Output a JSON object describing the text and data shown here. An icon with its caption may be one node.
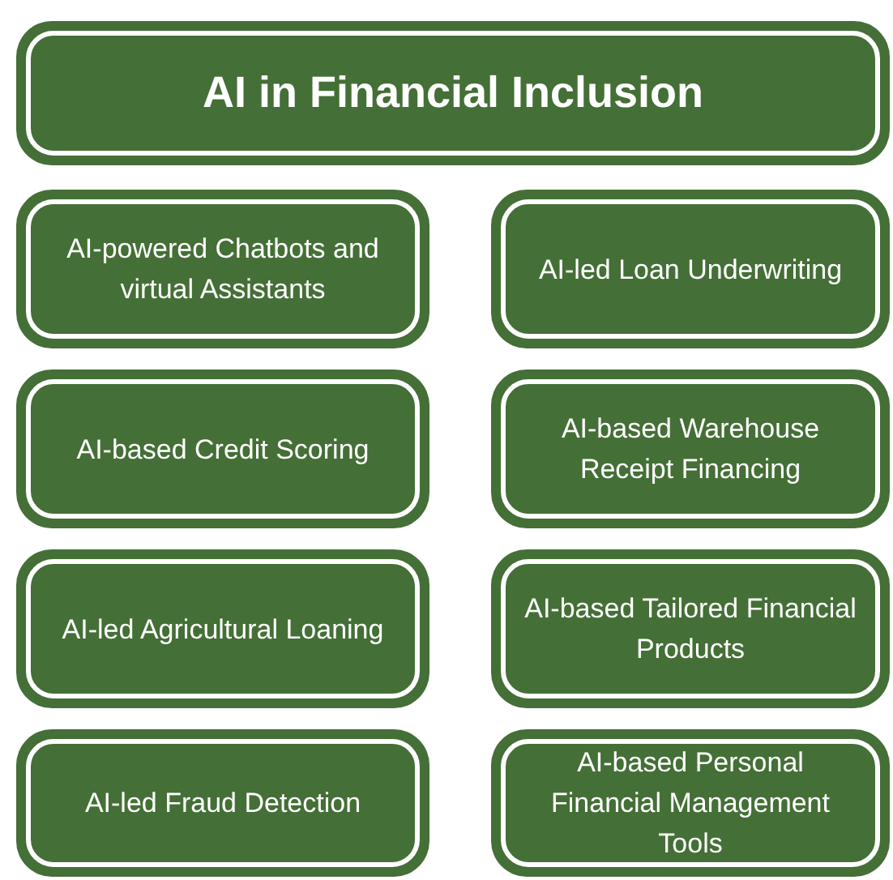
{
  "diagram": {
    "nodes": [
      {
        "text": [
          "AI in Financial Inclusion"
        ]
      },
      {
        "text": [
          "AI-powered Chatbots and virtual Assistants"
        ]
      },
      {
        "text": [
          "AI-led Loan Underwriting"
        ]
      },
      {
        "text": [
          "AI-based Credit Scoring"
        ]
      },
      {
        "text": [
          "AI-based Warehouse Receipt Financing"
        ]
      },
      {
        "text": [
          "AI-led Agricultural Loaning"
        ]
      },
      {
        "text": [
          "AI-based Tailored Financial Products"
        ]
      },
      {
        "text": [
          "AI-led Fraud Detection"
        ]
      },
      {
        "text": [
          "AI-based Personal Financial Management Tools"
        ]
      }
    ]
  }
}
